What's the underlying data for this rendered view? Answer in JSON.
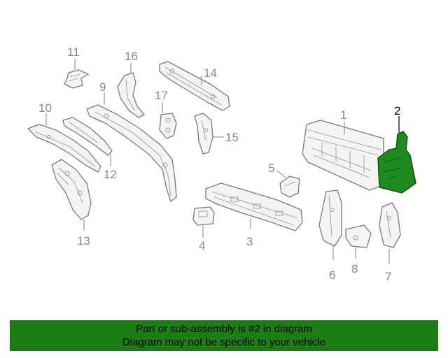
{
  "callouts": {
    "c1": "1",
    "c2": "2",
    "c3": "3",
    "c4": "4",
    "c5": "5",
    "c6": "6",
    "c7": "7",
    "c8": "8",
    "c9": "9",
    "c10": "10",
    "c11": "11",
    "c12": "12",
    "c13": "13",
    "c14": "14",
    "c15": "15",
    "c16": "16",
    "c17": "17"
  },
  "highlight": {
    "part_number": "2",
    "color": "#1f8a1f"
  },
  "banner": {
    "line1": "Part or sub-assembly is #2 in diagram",
    "line2": "Diagram may not be specific to your vehicle",
    "background": "#1c7d14"
  }
}
